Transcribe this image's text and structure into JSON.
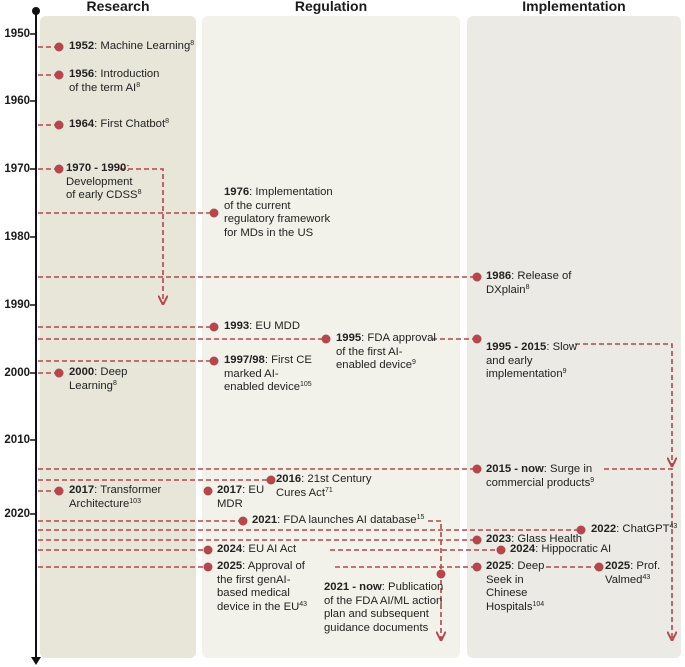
{
  "columns": {
    "research": "Research",
    "regulation": "Regulation",
    "implementation": "Implementation"
  },
  "years": [
    "1950",
    "1960",
    "1970",
    "1980",
    "1990",
    "2000",
    "2010",
    "2020"
  ],
  "colors": {
    "line": "#b3474b",
    "dot": "#b3474b",
    "axis": "#111111"
  },
  "events": {
    "ml": {
      "y": "1952",
      "t": ": Machine Learning",
      "s": "8"
    },
    "ai": {
      "y": "1956",
      "t1": ": Introduction",
      "t2": "of the term AI",
      "s": "8"
    },
    "chat": {
      "y": "1964",
      "t": ": First Chatbot",
      "s": "8"
    },
    "cdss": {
      "y": "1970 - 1990",
      "t1": ":",
      "t2": "Development",
      "t3": "of early CDSS",
      "s": "8"
    },
    "fw": {
      "y": "1976",
      "t1": ": Implementation",
      "t2": "of the current",
      "t3": "regulatory framework",
      "t4": "for MDs in the US"
    },
    "dxp": {
      "y": "1986",
      "t1": ": Release of",
      "t2": "DXplain",
      "s": "8"
    },
    "mdd": {
      "y": "1993",
      "t": ": EU MDD"
    },
    "fda95": {
      "y": "1995",
      "t1": ": FDA approval",
      "t2": "of the first AI-",
      "t3": "enabled device",
      "s": "9"
    },
    "slow": {
      "y": "1995 - 2015",
      "t1": ": Slow",
      "t2": "and early",
      "t3": "implementation",
      "s": "9"
    },
    "ce": {
      "y": "1997/98",
      "t1": ": First CE",
      "t2": "marked AI-",
      "t3": "enabled device",
      "s": "105"
    },
    "dl": {
      "y": "2000",
      "t1": ": Deep",
      "t2": "Learning",
      "s": "8"
    },
    "cures": {
      "y": "2016",
      "t1": ": 21st Century",
      "t2": "Cures Act",
      "s": "71"
    },
    "surge": {
      "y": "2015 - now",
      "t1": ": Surge in",
      "t2": "commercial products",
      "s": "9"
    },
    "tr": {
      "y": "2017",
      "t1": ": Transformer",
      "t2": "Architecture",
      "s": "103"
    },
    "mdr": {
      "y": "2017",
      "t1": ": EU",
      "t2": "MDR"
    },
    "fdadb": {
      "y": "2021",
      "t": ": FDA launches AI database",
      "s": "15"
    },
    "gpt": {
      "y": "2022",
      "t": ": ChatGPT",
      "s": "43"
    },
    "glass": {
      "y": "2023",
      "t": ": Glass Health"
    },
    "aiact": {
      "y": "2024",
      "t": ": EU AI Act"
    },
    "hippo": {
      "y": "2024",
      "t": ": Hippocratic AI"
    },
    "genai": {
      "y": "2025",
      "t1": ": Approval of",
      "t2": "the first genAI-",
      "t3": "based medical",
      "t4": "device in the EU",
      "s": "43"
    },
    "deep": {
      "y": "2025",
      "t1": ": Deep",
      "t2": "Seek in",
      "t3": "Chinese",
      "t4": "Hospitals",
      "s": "104"
    },
    "valm": {
      "y": "2025",
      "t1": ": Prof.",
      "t2": "Valmed",
      "s": "43"
    },
    "plan": {
      "y": "2021 - now",
      "t1": ": Publication",
      "t2": "of the FDA AI/ML action",
      "t3": "plan and subsequent",
      "t4": "guidance documents"
    }
  }
}
